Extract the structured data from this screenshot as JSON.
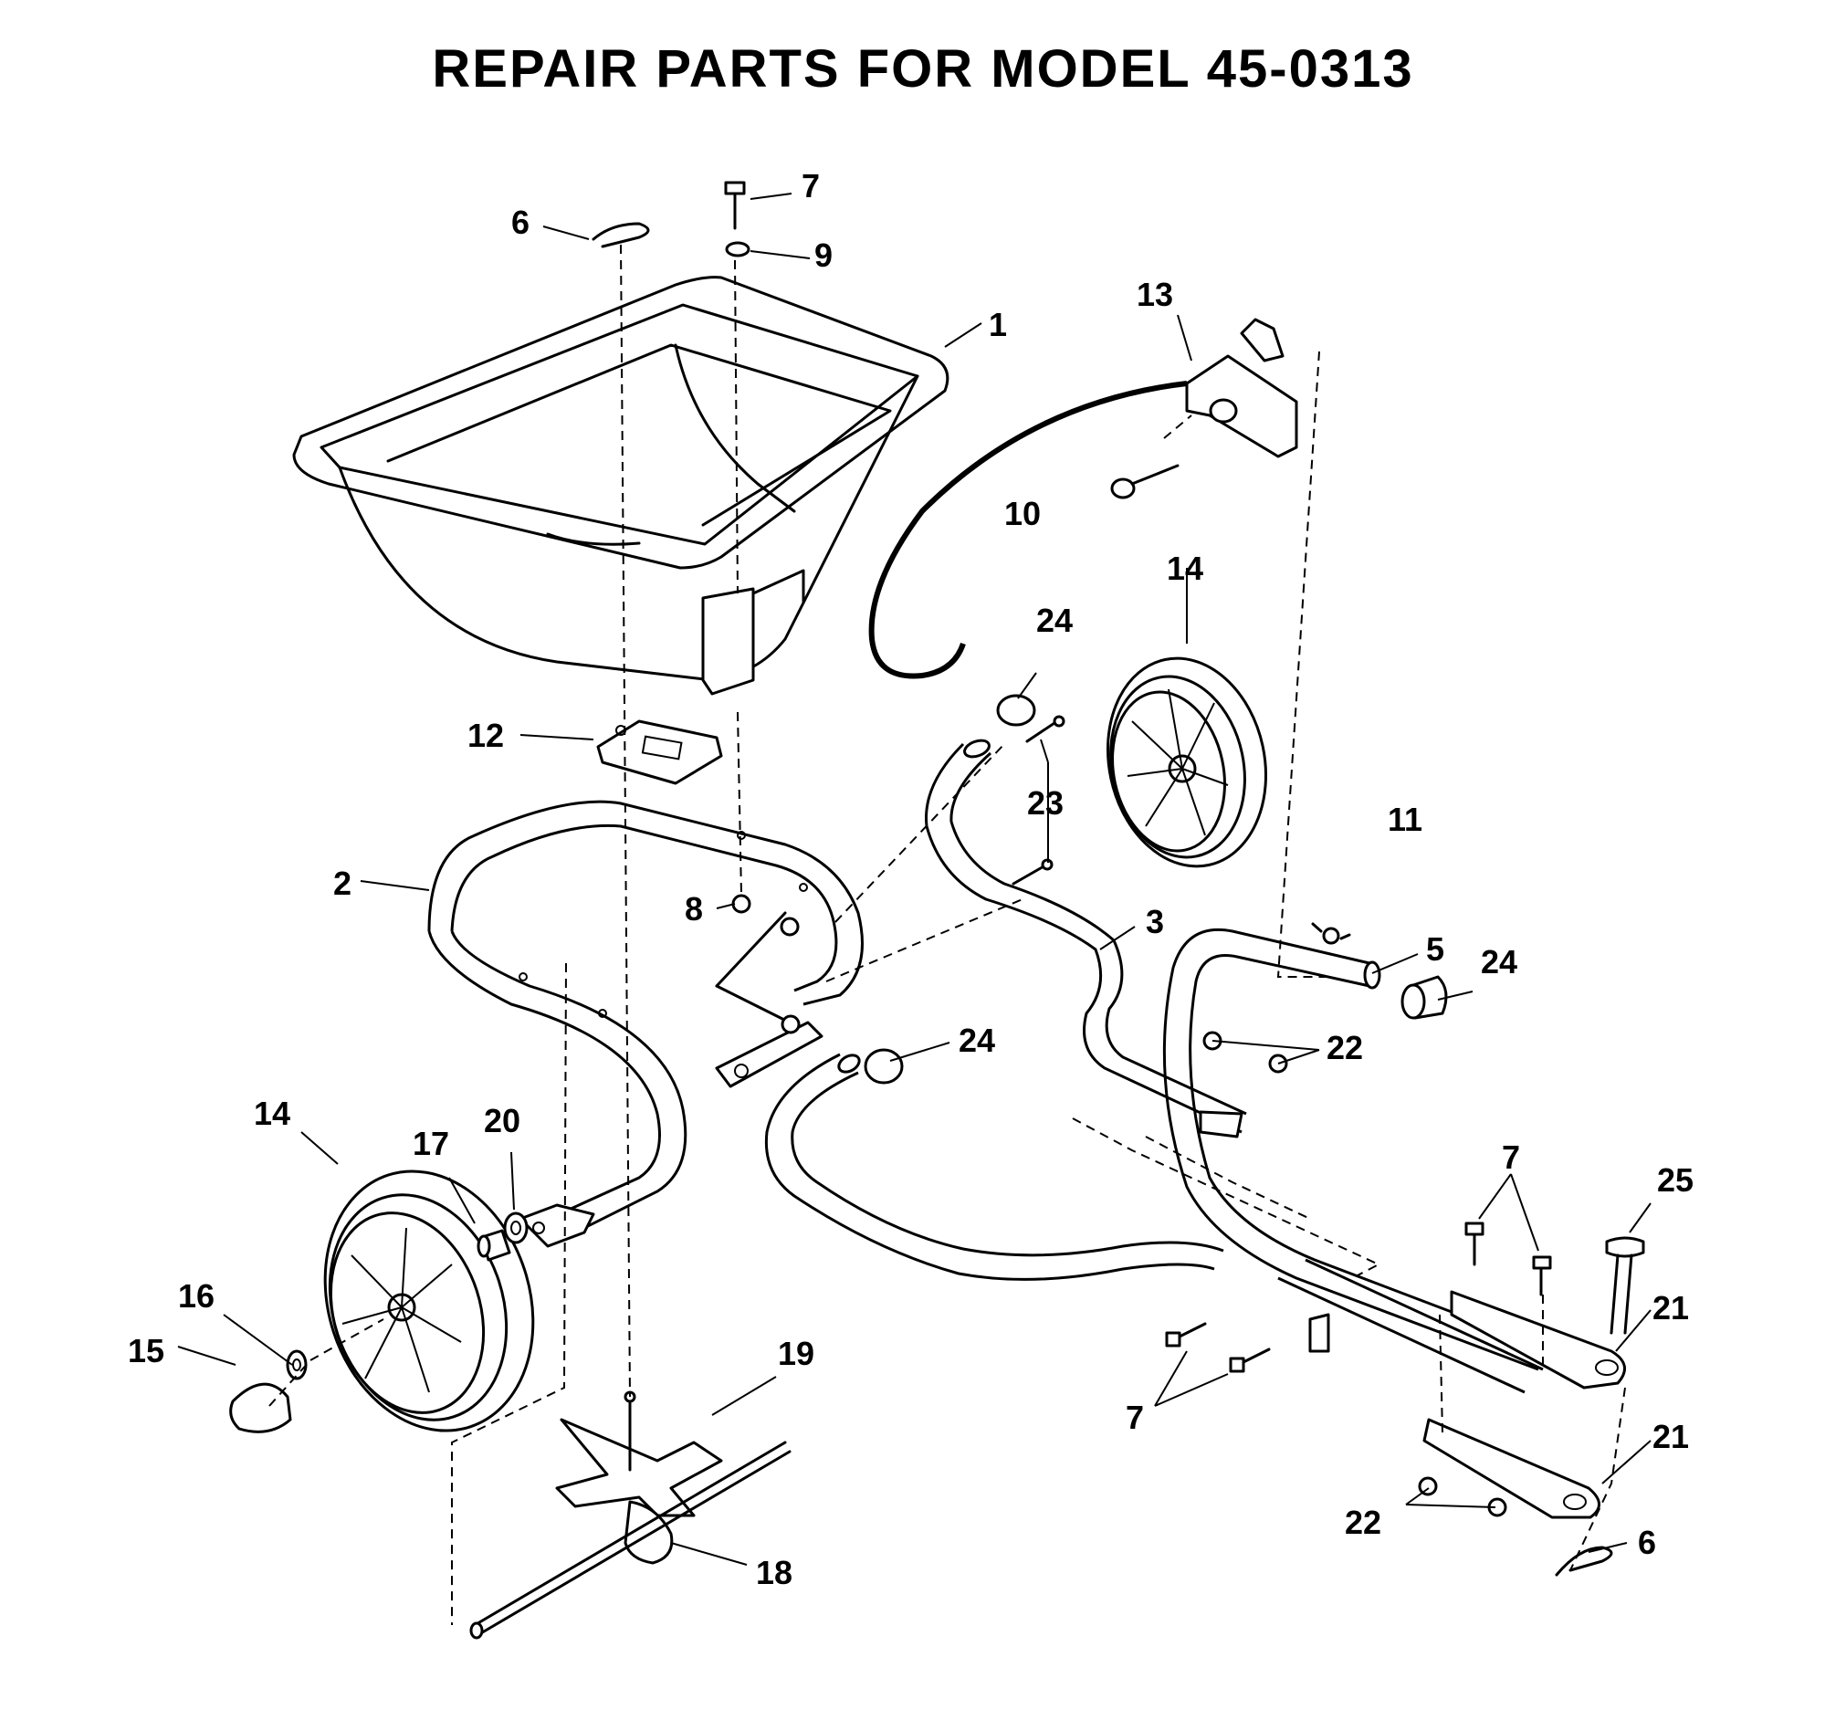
{
  "title": "REPAIR PARTS FOR MODEL 45-0313",
  "callouts": [
    {
      "id": "c1",
      "label": "1"
    },
    {
      "id": "c2",
      "label": "2"
    },
    {
      "id": "c3",
      "label": "3"
    },
    {
      "id": "c5",
      "label": "5"
    },
    {
      "id": "c6a",
      "label": "6"
    },
    {
      "id": "c6b",
      "label": "6"
    },
    {
      "id": "c7a",
      "label": "7"
    },
    {
      "id": "c7b",
      "label": "7"
    },
    {
      "id": "c7c",
      "label": "7"
    },
    {
      "id": "c8",
      "label": "8"
    },
    {
      "id": "c9",
      "label": "9"
    },
    {
      "id": "c10",
      "label": "10"
    },
    {
      "id": "c11",
      "label": "11"
    },
    {
      "id": "c12",
      "label": "12"
    },
    {
      "id": "c13",
      "label": "13"
    },
    {
      "id": "c14a",
      "label": "14"
    },
    {
      "id": "c14b",
      "label": "14"
    },
    {
      "id": "c15",
      "label": "15"
    },
    {
      "id": "c16",
      "label": "16"
    },
    {
      "id": "c17",
      "label": "17"
    },
    {
      "id": "c18",
      "label": "18"
    },
    {
      "id": "c19",
      "label": "19"
    },
    {
      "id": "c20",
      "label": "20"
    },
    {
      "id": "c21a",
      "label": "21"
    },
    {
      "id": "c21b",
      "label": "21"
    },
    {
      "id": "c22a",
      "label": "22"
    },
    {
      "id": "c22b",
      "label": "22"
    },
    {
      "id": "c23",
      "label": "23"
    },
    {
      "id": "c24a",
      "label": "24"
    },
    {
      "id": "c24b",
      "label": "24"
    },
    {
      "id": "c24c",
      "label": "24"
    },
    {
      "id": "c25",
      "label": "25"
    }
  ]
}
